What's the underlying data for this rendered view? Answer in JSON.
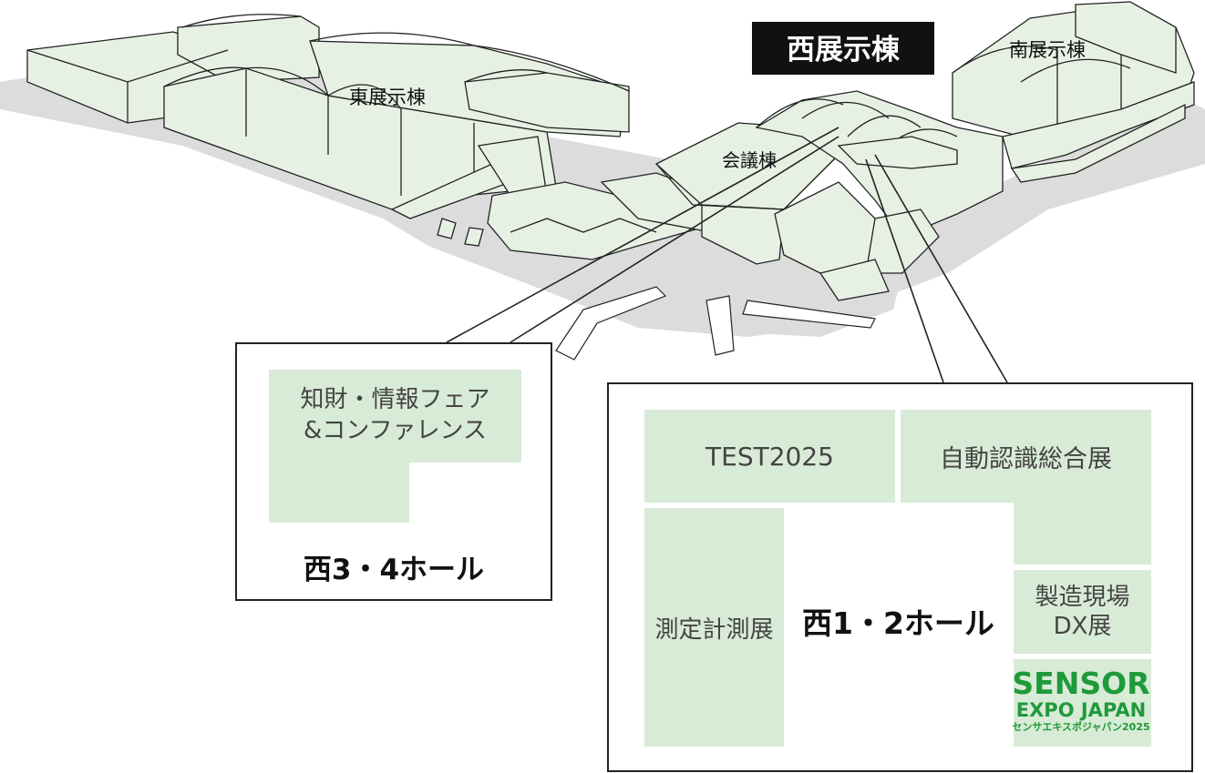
{
  "labels": {
    "east": "東展示棟",
    "west": "西展示棟",
    "south": "南展示棟",
    "conference": "会議棟"
  },
  "west34": {
    "hall": "西3・4ホール",
    "zones": [
      "知財・情報フェア",
      "&コンファレンス"
    ]
  },
  "west12": {
    "hall": "西1・2ホール",
    "test": "TEST2025",
    "auto_id": "自動認識総合展",
    "measure": "測定計測展",
    "dx_line1": "製造現場",
    "dx_line2": "DX展"
  },
  "logo": {
    "line1": "SENSOR",
    "line2": "EXPO JAPAN",
    "line3": "センサエキスポジャパン2025"
  },
  "colors": {
    "zone": "#d8ebd6",
    "shadow": "#dcdcdc",
    "outline": "#222222",
    "logo": "#1f9a3a",
    "banner": "#111111"
  }
}
